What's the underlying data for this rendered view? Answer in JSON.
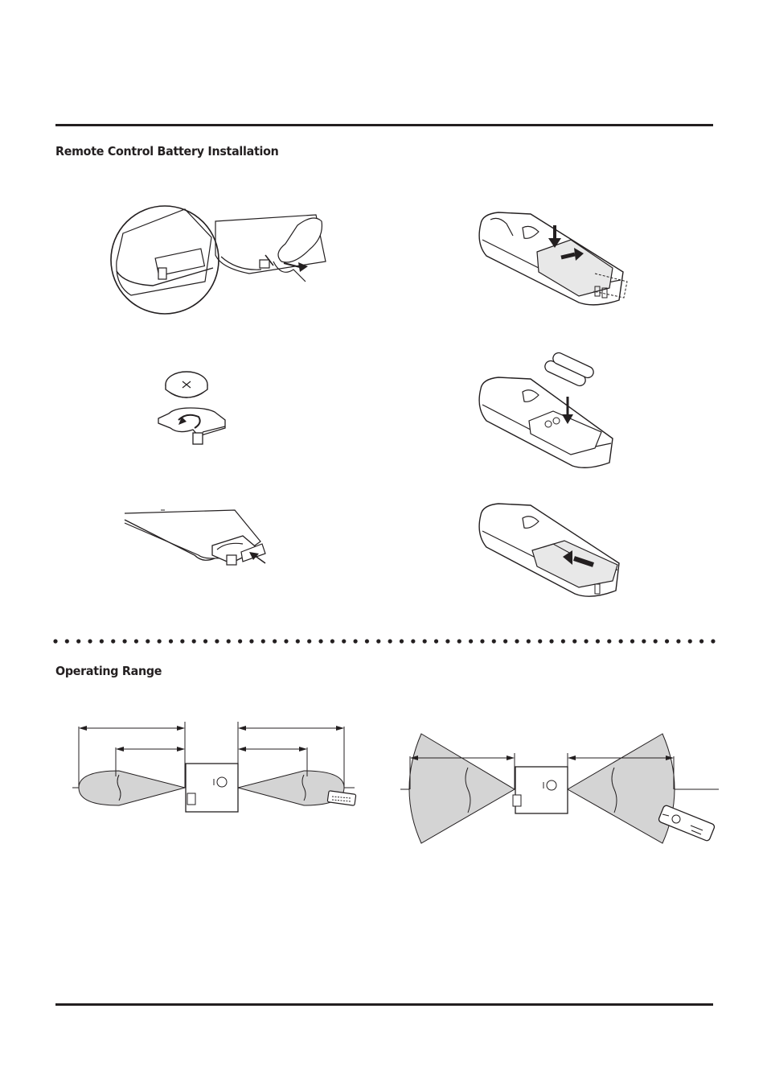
{
  "sections": {
    "battery": {
      "title": "Remote Control Battery Installation"
    },
    "range": {
      "title": "Operating Range"
    }
  },
  "illustrations": [
    {
      "name": "lithium-remote-open-holder",
      "icon": "remote-battery-holder-pull"
    },
    {
      "name": "standard-remote-slide-cover",
      "icon": "remote-cover-slide"
    },
    {
      "name": "lithium-coin-cell-insert",
      "icon": "coin-cell-holder"
    },
    {
      "name": "standard-remote-insert-aa",
      "icon": "aa-batteries-insert"
    },
    {
      "name": "lithium-remote-close-holder",
      "icon": "remote-battery-holder-push"
    },
    {
      "name": "standard-remote-replace-cover",
      "icon": "remote-cover-replace"
    },
    {
      "name": "range-card-remote",
      "icon": "infrared-range-top-view"
    },
    {
      "name": "range-standard-remote",
      "icon": "infrared-range-side-view"
    }
  ],
  "colors": {
    "ink": "#231f20",
    "beam_fill": "#d4d4d4"
  }
}
